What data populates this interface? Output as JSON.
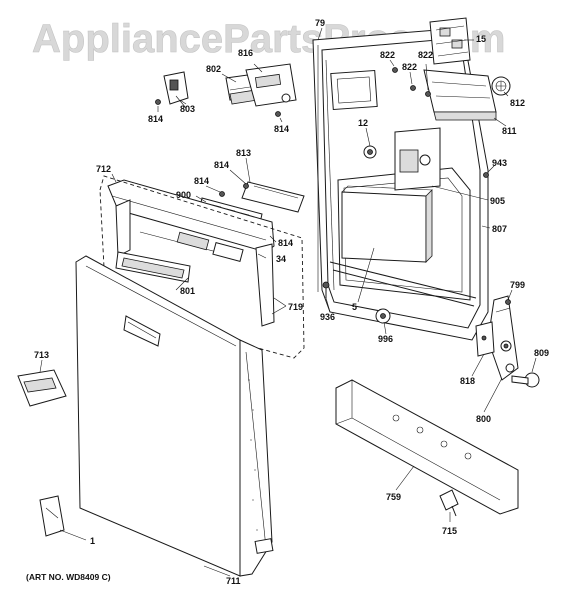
{
  "watermark": "AppliancePartsPros.com",
  "art_number": "(ART NO. WD8409 C)",
  "callouts": {
    "c79": "79",
    "c15": "15",
    "c816": "816",
    "c802": "802",
    "c822a": "822",
    "c822b": "822",
    "c822c": "822",
    "c812": "812",
    "c803": "803",
    "c814a": "814",
    "c814b": "814",
    "c811": "811",
    "c12": "12",
    "c813": "813",
    "c712": "712",
    "c814c": "814",
    "c814d": "814",
    "c943": "943",
    "c900": "900",
    "c905": "905",
    "c814e": "814",
    "c807": "807",
    "c34": "34",
    "c5": "5",
    "c801": "801",
    "c799": "799",
    "c719": "719",
    "c936": "936",
    "c996": "996",
    "c713": "713",
    "c818": "818",
    "c809": "809",
    "c800": "800",
    "c759": "759",
    "c715": "715",
    "c1": "1",
    "c711": "711"
  }
}
